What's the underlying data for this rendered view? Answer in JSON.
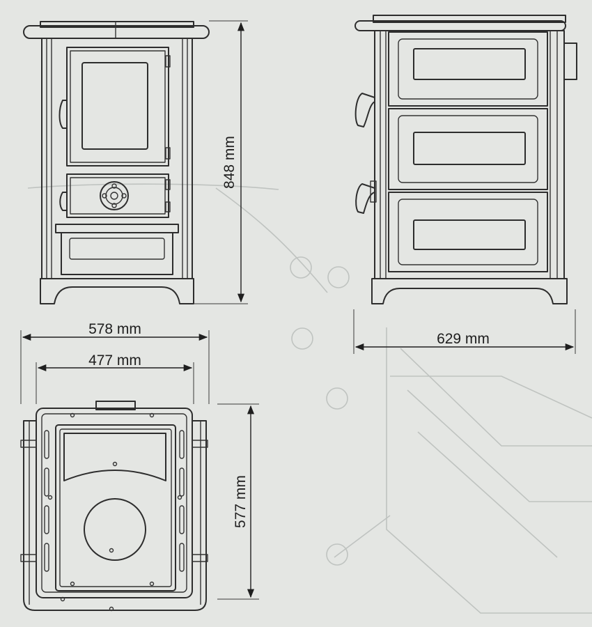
{
  "dimensions": {
    "height": "848 mm",
    "outer_width": "578 mm",
    "inner_width": "477 mm",
    "depth_side": "629 mm",
    "depth_top": "577 mm"
  },
  "colors": {
    "paper": "#e3e5e2",
    "line": "#2d2d2d",
    "ghost": "#bfc3c0"
  }
}
